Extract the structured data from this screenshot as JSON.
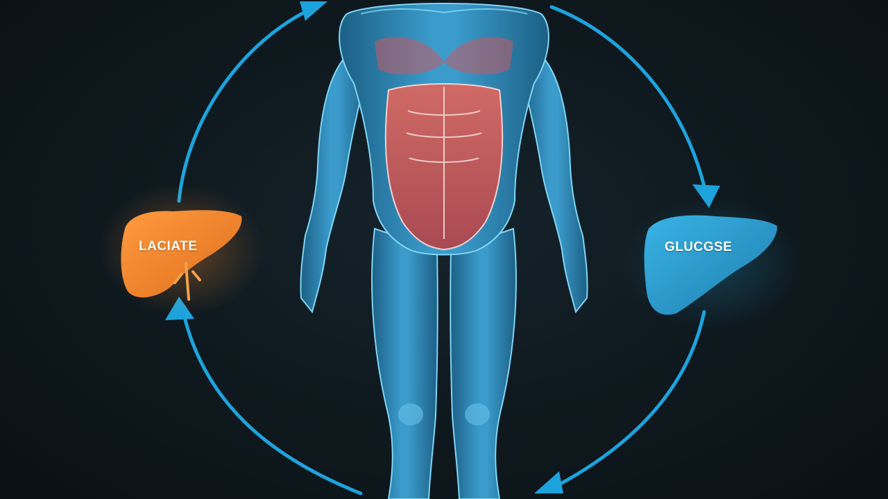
{
  "labels": {
    "lactate": "LACIATE",
    "glucose": "GLUCGSE"
  },
  "colors": {
    "background": "#0c1418",
    "cycle_arrow": "#1da3dc",
    "lactate_organ": "#f0832e",
    "glucose_organ": "#2a9fd0",
    "muscle_body": "#2f86b3",
    "muscle_outline": "#7fd6f5",
    "abdomen_muscle": "#c8575a"
  },
  "icons": {
    "lactate_organ": "liver-icon",
    "glucose_organ": "liver-icon",
    "figure": "human-muscle-anatomy"
  }
}
